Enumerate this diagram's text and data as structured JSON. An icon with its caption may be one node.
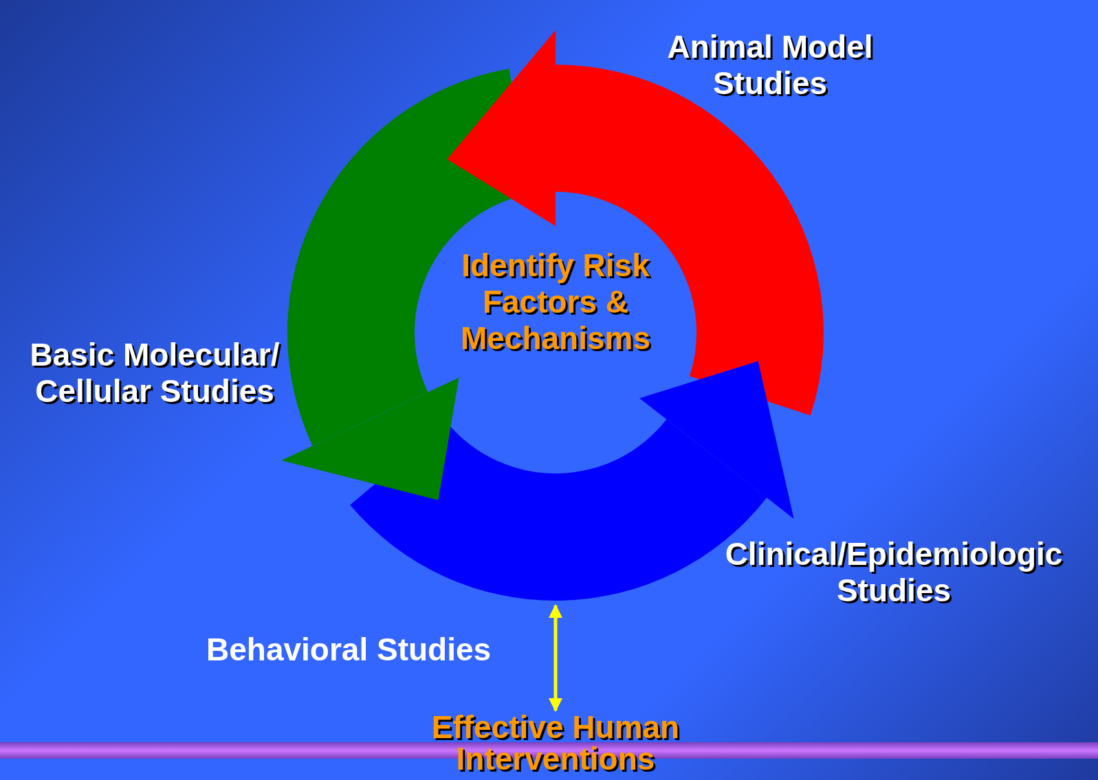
{
  "diagram": {
    "nodes": [
      {
        "text": [
          "Animal Model Studies"
        ]
      },
      {
        "text": [],
        "shape": "ring"
      },
      {
        "text": [
          "Identify Risk Factors & Mechanisms"
        ],
        "in": 1
      },
      {
        "text": [
          "Basic Molecular/ Cellular Studies"
        ]
      },
      {
        "text": [
          "Clinical/Epidemiologic Studies"
        ]
      },
      {
        "text": [
          "Effective Human Interventions"
        ]
      }
    ],
    "edges": [
      {
        "from": 1,
        "to": 5,
        "arrow": "both",
        "label": "Behavioral Studies",
        "color": "#ffff00"
      }
    ]
  }
}
